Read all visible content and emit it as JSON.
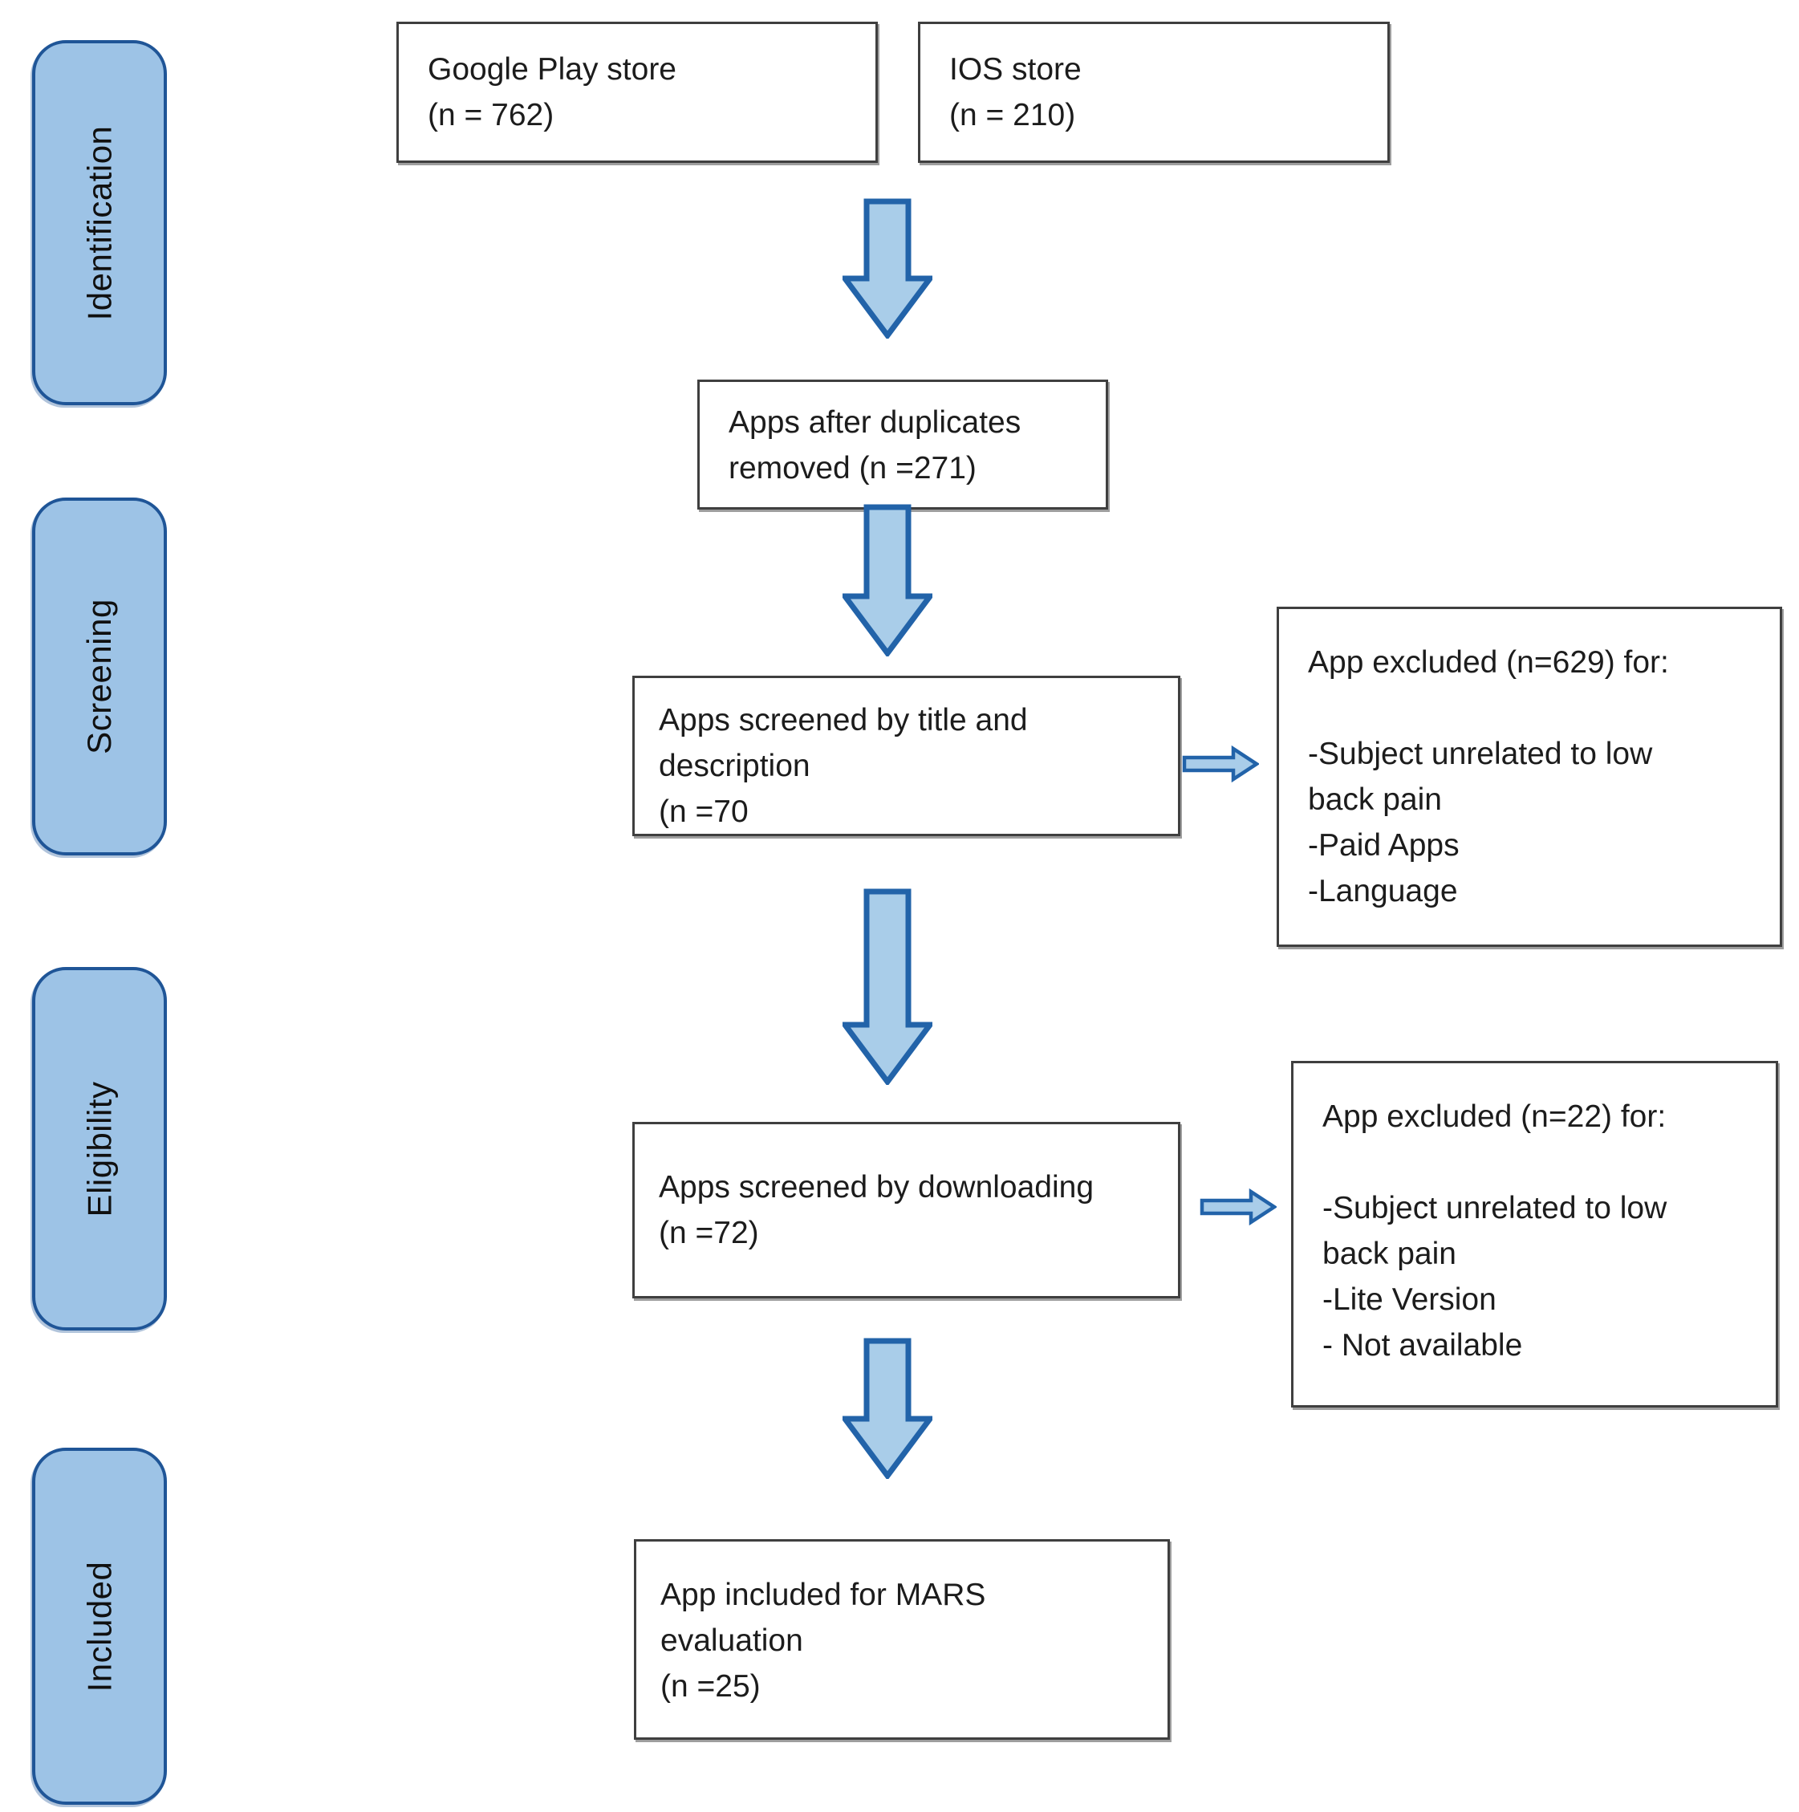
{
  "colors": {
    "stage_fill": "#9dc3e6",
    "stage_border": "#1f5597",
    "box_border": "#3f3f3f",
    "arrow_fill": "#a9cde9",
    "arrow_stroke": "#2263a9",
    "text": "#1c1c1c",
    "background": "#ffffff"
  },
  "stages": [
    {
      "label": "Identification"
    },
    {
      "label": "Screening"
    },
    {
      "label": "Eligibility"
    },
    {
      "label": "Included"
    }
  ],
  "boxes": {
    "google_play": "Google Play store\n(n = 762)",
    "ios_store": "IOS store\n(n = 210)",
    "duplicates_removed": "Apps after duplicates\nremoved (n =271)",
    "screened_title": "Apps screened by title and\ndescription\n(n =70",
    "excluded_title": "App excluded (n=629) for:\n\n-Subject unrelated to low\nback pain\n-Paid Apps\n-Language",
    "screened_downloading": "Apps screened by downloading\n(n =72)",
    "excluded_downloading": "App excluded (n=22) for:\n\n-Subject unrelated to low\nback pain\n-Lite Version\n- Not available",
    "included_mars": "App included for MARS\nevaluation\n(n =25)"
  }
}
